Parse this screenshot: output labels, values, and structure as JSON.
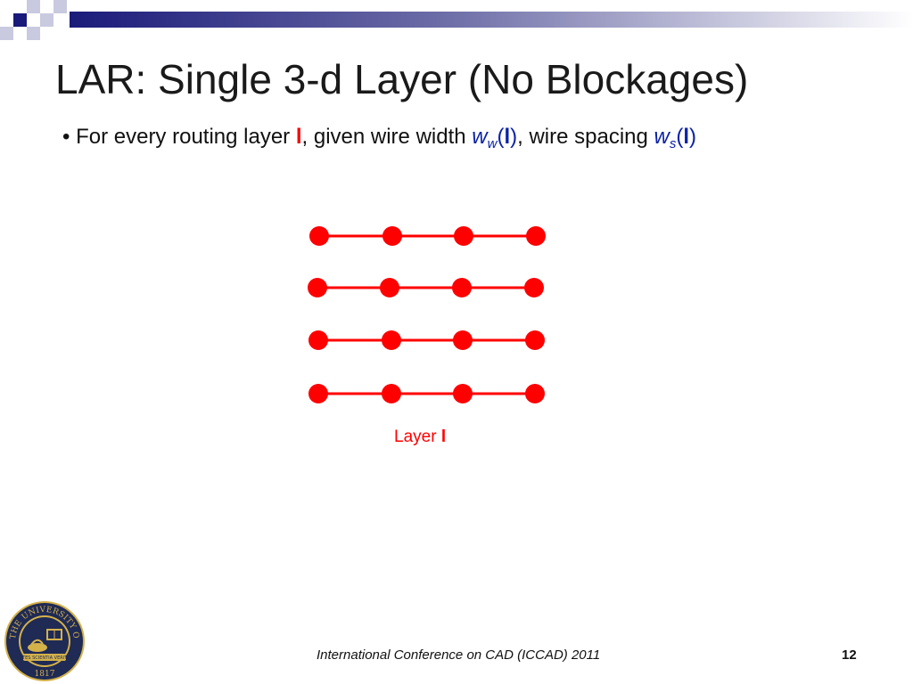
{
  "slide": {
    "title": "LAR: Single 3-d Layer (No Blockages)",
    "bullet": {
      "marker": "•",
      "prefix": "For every routing layer ",
      "layer_var": "l",
      "mid": ", given wire width ",
      "ww_var": "w",
      "ww_sub": "w",
      "ww_open": "(",
      "ww_arg": "l",
      "ww_close": ")",
      "mid2": ", wire spacing ",
      "ws_var": "w",
      "ws_sub": "s",
      "ws_open": "(",
      "ws_arg": "l",
      "ws_close": ")"
    },
    "diagram": {
      "rows": 4,
      "nodes_per_row": 4,
      "color": "#ff0000",
      "label_prefix": "Layer ",
      "label_var": "l"
    },
    "footer": "International Conference on CAD (ICCAD) 2011",
    "page_number": "12",
    "logo": {
      "text_top": "THE UNIVERSITY OF MICHIGAN",
      "text_ribbon": "ARTES SCIENTIA VERITAS",
      "year": "1817"
    },
    "colors": {
      "accent_navy": "#1a1a7a",
      "highlight_red": "#ff0000",
      "variable_blue": "#0a22a8"
    }
  }
}
